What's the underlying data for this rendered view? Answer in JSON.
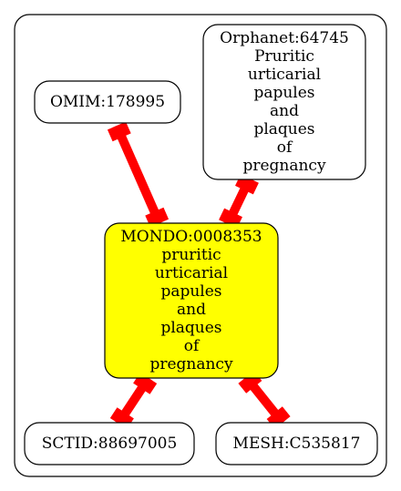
{
  "graph": {
    "nodes": [
      {
        "id": "mondo",
        "lines": [
          "MONDO:0008353",
          "pruritic",
          "urticarial",
          "papules",
          "and",
          "plaques",
          "of",
          "pregnancy"
        ],
        "fill": "#ffff00"
      },
      {
        "id": "orphanet",
        "lines": [
          "Orphanet:64745",
          "Pruritic",
          "urticarial",
          "papules",
          "and",
          "plaques",
          "of",
          "pregnancy"
        ],
        "fill": "#ffffff"
      },
      {
        "id": "omim",
        "lines": [
          "OMIM:178995"
        ],
        "fill": "#ffffff"
      },
      {
        "id": "sctid",
        "lines": [
          "SCTID:88697005"
        ],
        "fill": "#ffffff"
      },
      {
        "id": "mesh",
        "lines": [
          "MESH:C535817"
        ],
        "fill": "#ffffff"
      }
    ],
    "edges": [
      {
        "from": "omim",
        "to": "mondo"
      },
      {
        "from": "orphanet",
        "to": "mondo"
      },
      {
        "from": "mondo",
        "to": "sctid"
      },
      {
        "from": "mondo",
        "to": "mesh"
      }
    ],
    "edge_color": "#ff0000"
  }
}
